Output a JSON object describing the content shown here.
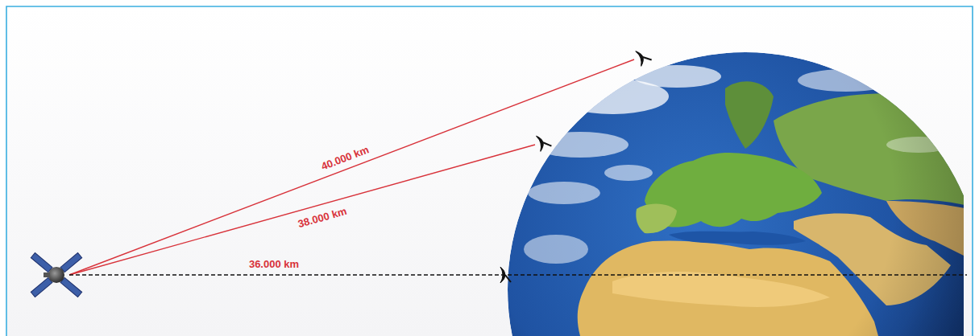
{
  "diagram": {
    "labels": [
      "40.000 km",
      "38.000 km",
      "36.000 km"
    ]
  }
}
